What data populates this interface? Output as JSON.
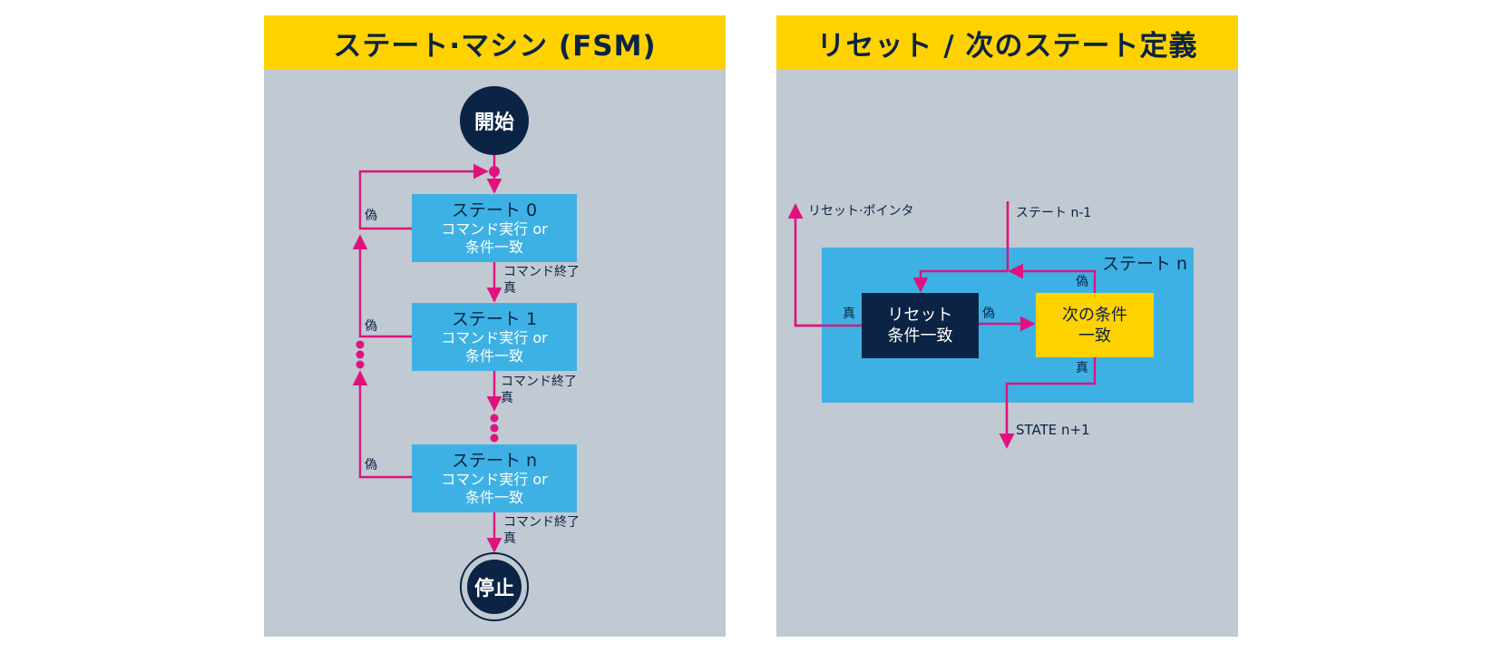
{
  "colors": {
    "header_yellow": "#ffd200",
    "panel_gray": "#c1c9d2",
    "state_blue": "#3db1e4",
    "navy": "#0b2344",
    "arrow_magenta": "#e0137e"
  },
  "left_panel": {
    "title": "ステート·マシン (FSM)",
    "start_label": "開始",
    "stop_label": "停止",
    "states": [
      {
        "name": "ステート 0",
        "line1": "コマンド実行 or",
        "line2": "条件一致",
        "false_label": "偽",
        "exit_label1": "コマンド終了",
        "exit_label2": "真"
      },
      {
        "name": "ステート 1",
        "line1": "コマンド実行 or",
        "line2": "条件一致",
        "false_label": "偽",
        "exit_label1": "コマンド終了",
        "exit_label2": "真"
      },
      {
        "name": "ステート n",
        "line1": "コマンド実行 or",
        "line2": "条件一致",
        "false_label": "偽",
        "exit_label1": "コマンド終了",
        "exit_label2": "真"
      }
    ]
  },
  "right_panel": {
    "title": "リセット / 次のステート定義",
    "reset_pointer_label": "リセット·ポインタ",
    "prev_state_label": "ステート n-1",
    "state_label": "ステート n",
    "reset_box": {
      "line1": "リセット",
      "line2": "条件一致"
    },
    "next_box": {
      "line1": "次の条件",
      "line2": "一致"
    },
    "reset_true_label": "真",
    "reset_false_label": "偽",
    "next_false_label": "偽",
    "next_true_label": "真",
    "next_state_label": "STATE n+1"
  }
}
